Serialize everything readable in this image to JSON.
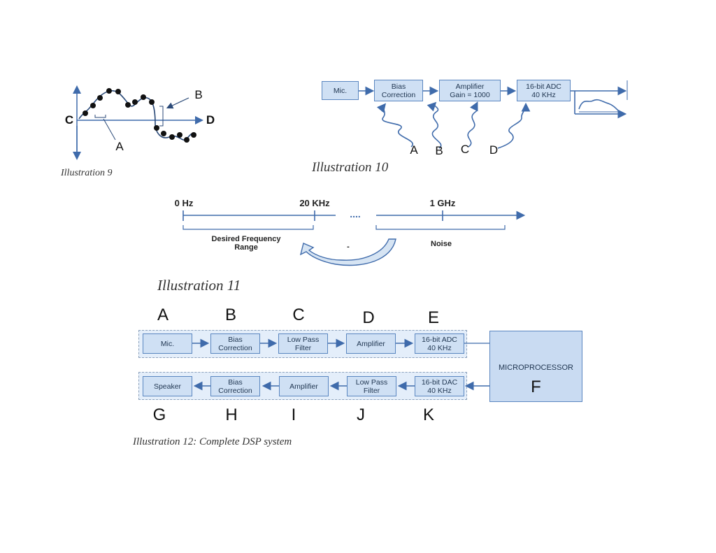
{
  "illustration9": {
    "caption": "Illustration 9",
    "labels": {
      "A": "A",
      "B": "B",
      "C": "C",
      "D": "D"
    }
  },
  "illustration10": {
    "caption": "Illustration 10",
    "blocks": {
      "mic": "Mic.",
      "bias": "Bias\nCorrection",
      "amp": "Amplifier\nGain = 1000",
      "adc": "16-bit ADC\n40 KHz"
    },
    "signals": [
      "A",
      "B",
      "C",
      "D"
    ]
  },
  "illustration11": {
    "caption": "Illustration 11",
    "freq_labels": [
      "0 Hz",
      "20 KHz",
      "1 GHz"
    ],
    "dots": "....",
    "desired_range": "Desired Frequency\nRange",
    "noise": "Noise",
    "dash": "-"
  },
  "illustration12": {
    "caption": "Illustration 12:  Complete DSP system",
    "top_letters": [
      "A",
      "B",
      "C",
      "D",
      "E"
    ],
    "bottom_letters": [
      "G",
      "H",
      "I",
      "J",
      "K"
    ],
    "top_blocks": [
      "Mic.",
      "Bias\nCorrection",
      "Low Pass\nFilter",
      "Amplifier",
      "16-bit ADC\n40 KHz"
    ],
    "bottom_blocks": [
      "Speaker",
      "Bias\nCorrection",
      "Amplifier",
      "Low Pass\nFilter",
      "16-bit DAC\n40 KHz"
    ],
    "microprocessor": "MICROPROCESSOR",
    "micro_letter": "F"
  },
  "colors": {
    "block_fill": "#cfe0f4",
    "block_border": "#5a86c0",
    "arrow": "#3f6bab"
  }
}
